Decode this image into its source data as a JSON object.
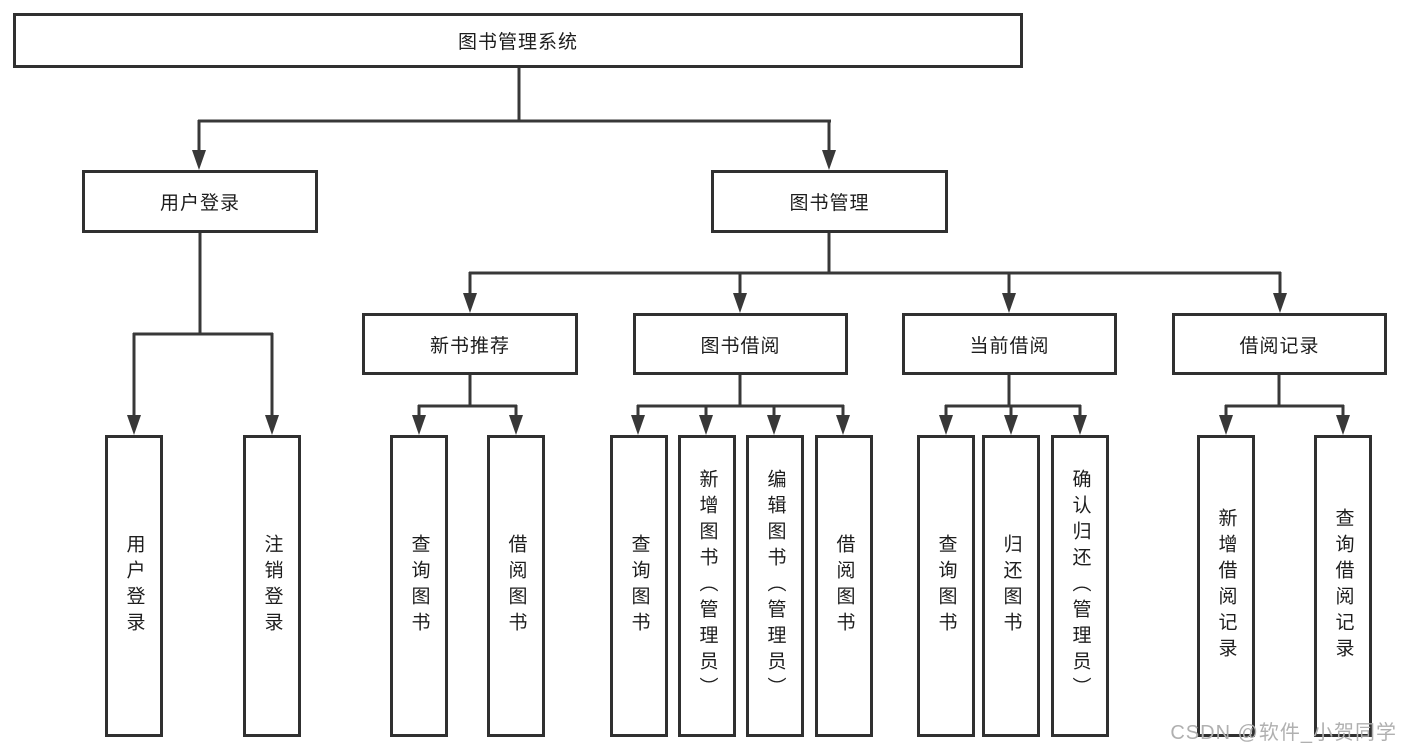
{
  "tree": {
    "root": {
      "label": "图书管理系统"
    },
    "branches": [
      {
        "label": "用户登录",
        "children": [
          {
            "label": "用户登录"
          },
          {
            "label": "注销登录"
          }
        ]
      },
      {
        "label": "图书管理",
        "children": [
          {
            "label": "新书推荐",
            "children": [
              {
                "label": "查询图书"
              },
              {
                "label": "借阅图书"
              }
            ]
          },
          {
            "label": "图书借阅",
            "children": [
              {
                "label": "查询图书"
              },
              {
                "label": "新增图书（管理员）"
              },
              {
                "label": "编辑图书（管理员）"
              },
              {
                "label": "借阅图书"
              }
            ]
          },
          {
            "label": "当前借阅",
            "children": [
              {
                "label": "查询图书"
              },
              {
                "label": "归还图书"
              },
              {
                "label": "确认归还（管理员）"
              }
            ]
          },
          {
            "label": "借阅记录",
            "children": [
              {
                "label": "新增借阅记录"
              },
              {
                "label": "查询借阅记录"
              }
            ]
          }
        ]
      }
    ]
  },
  "watermark": {
    "text": "CSDN @软件_小贺同学"
  },
  "colors": {
    "line": "#383838",
    "border": "#303030",
    "text": "#1d1d1d",
    "watermark": "#b0b0b0",
    "background": "#ffffff"
  }
}
